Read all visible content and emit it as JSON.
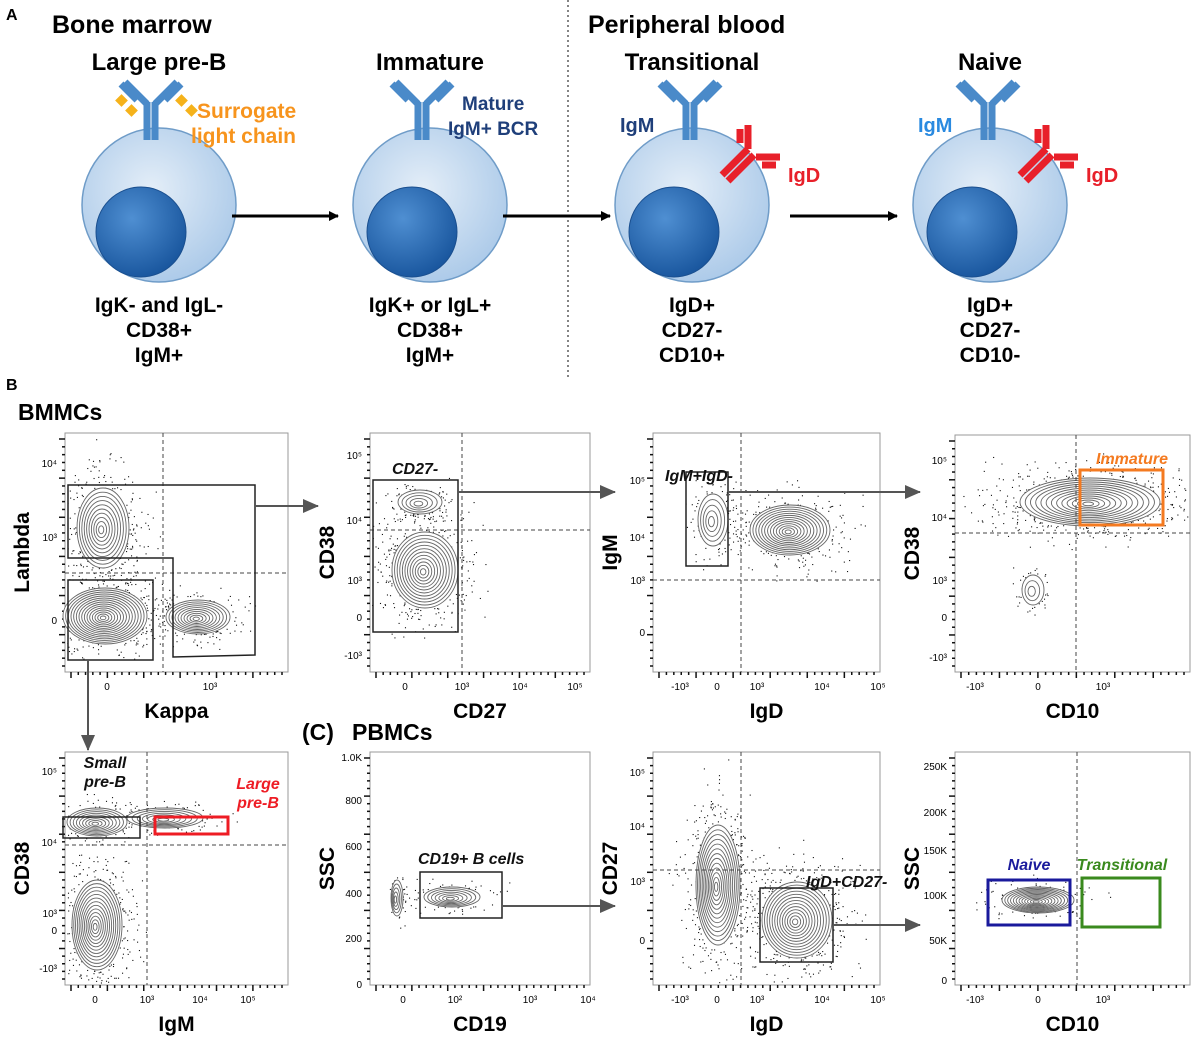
{
  "panel_a": {
    "label": "A",
    "bone_marrow": "Bone marrow",
    "peripheral_blood": "Peripheral blood",
    "cells": [
      {
        "title": "Large pre-B",
        "annotation": [
          "Surrogate",
          "light chain"
        ],
        "markers": [
          "IgK- and IgL-",
          "CD38+",
          "IgM+"
        ]
      },
      {
        "title": "Immature",
        "annotation": [
          "Mature",
          "IgM+ BCR"
        ],
        "markers": [
          "IgK+ or  IgL+",
          "CD38+",
          "IgM+"
        ]
      },
      {
        "title": "Transitional",
        "igm": "IgM",
        "igd": "IgD",
        "markers": [
          "IgD+",
          "CD27-",
          "CD10+"
        ]
      },
      {
        "title": "Naive",
        "igm": "IgM",
        "igd": "IgD",
        "markers": [
          "IgD+",
          "CD27-",
          "CD10-"
        ]
      }
    ],
    "colors": {
      "surrogate": "#f7941d",
      "mature_bcr": "#1f3f7a",
      "igm_transitional": "#1f3f7a",
      "igm_naive": "#2a8ae0",
      "igd": "#e8202a",
      "antibody": "#4a8ac9"
    }
  },
  "panel_b": {
    "label": "B",
    "title": "BMMCs"
  },
  "panel_c": {
    "label": "(C)",
    "title": "PBMCs"
  },
  "plots": [
    {
      "xlabel": "Kappa",
      "ylabel": "Lambda",
      "xticks": [
        "0",
        "10³"
      ],
      "yticks": [
        "10⁴",
        "10³",
        "0"
      ],
      "gates": []
    },
    {
      "xlabel": "CD27",
      "ylabel": "CD38",
      "xticks": [
        "0",
        "10³",
        "10⁴",
        "10⁵"
      ],
      "yticks": [
        "10⁵",
        "10⁴",
        "10³",
        "0",
        "-10³"
      ],
      "gates": [
        {
          "label": "CD27-",
          "color": "#222222"
        }
      ]
    },
    {
      "xlabel": "IgD",
      "ylabel": "IgM",
      "xticks": [
        "-10³",
        "0",
        "10³",
        "10⁴",
        "10⁵"
      ],
      "yticks": [
        "10⁵",
        "10⁴",
        "10³",
        "0"
      ],
      "gates": [
        {
          "label": "IgM+IgD-",
          "color": "#222222"
        }
      ]
    },
    {
      "xlabel": "CD10",
      "ylabel": "CD38",
      "xticks": [
        "-10³",
        "0",
        "10³"
      ],
      "yticks": [
        "10⁵",
        "10⁴",
        "10³",
        "0",
        "-10³"
      ],
      "gates": [
        {
          "label": "Immature",
          "color": "#f47a20"
        }
      ]
    },
    {
      "xlabel": "IgM",
      "ylabel": "CD38",
      "xticks": [
        "0",
        "10³",
        "10⁴",
        "10⁵"
      ],
      "yticks": [
        "10⁵",
        "10⁴",
        "10³",
        "0",
        "-10³"
      ],
      "gates": [
        {
          "label": "Small pre-B",
          "color": "#222222"
        },
        {
          "label": "Large pre-B",
          "color": "#ee1c24"
        }
      ]
    },
    {
      "xlabel": "CD19",
      "ylabel": "SSC",
      "xticks": [
        "0",
        "10²",
        "10³",
        "10⁴"
      ],
      "yticks": [
        "1.0K",
        "800",
        "600",
        "400",
        "200",
        "0"
      ],
      "gates": [
        {
          "label": "CD19+ B cells",
          "color": "#222222"
        }
      ]
    },
    {
      "xlabel": "IgD",
      "ylabel": "CD27",
      "xticks": [
        "-10³",
        "0",
        "10³",
        "10⁴",
        "10⁵"
      ],
      "yticks": [
        "10⁵",
        "10⁴",
        "10³",
        "0"
      ],
      "gates": [
        {
          "label": "IgD+CD27-",
          "color": "#222222"
        }
      ]
    },
    {
      "xlabel": "CD10",
      "ylabel": "SSC",
      "xticks": [
        "-10³",
        "0",
        "10³"
      ],
      "yticks": [
        "250K",
        "200K",
        "150K",
        "100K",
        "50K",
        "0"
      ],
      "gates": [
        {
          "label": "Naive",
          "color": "#1a1a9c"
        },
        {
          "label": "Transitional",
          "color": "#3a8a1e"
        }
      ]
    }
  ]
}
